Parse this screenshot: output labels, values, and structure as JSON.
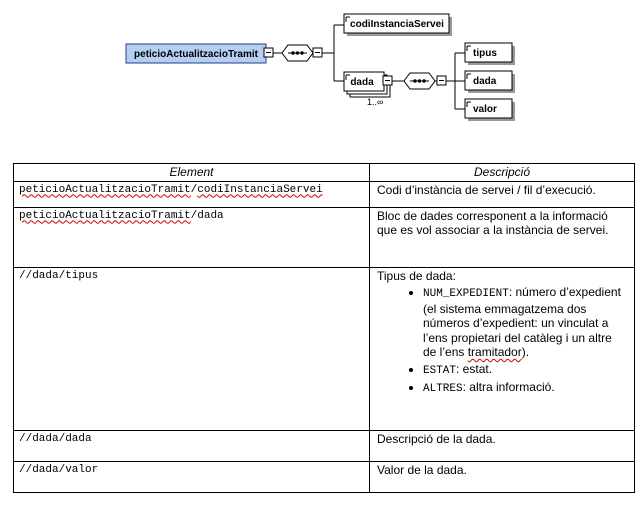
{
  "diagram": {
    "root": "peticioActualitzacioTramit",
    "instance": "codiInstanciaServei",
    "dada": "dada",
    "cardinality": "1..∞",
    "children": [
      "tipus",
      "dada",
      "valor"
    ]
  },
  "table": {
    "headers": {
      "element": "Element",
      "description": "Descripció"
    },
    "rows": [
      {
        "prefix": "peticioActualitzacioTramit",
        "sep": "/",
        "suffix": "codiInstanciaServei",
        "description": "Codi d’instància de servei / fil d’execució."
      },
      {
        "prefix": "peticioActualitzacioTramit",
        "sep": "/",
        "suffix": "dada",
        "description": "Bloc de dades corresponent a la informació que es vol associar a la instància de servei."
      },
      {
        "element": "//dada/tipus",
        "description": "Tipus de dada:",
        "options": [
          {
            "code": "NUM_EXPEDIENT",
            "pre": ": número d’expedient (el sistema emmagatzema dos números d’expedient: un vinculat a l’ens propietari del catàleg i un altre de l’ens ",
            "underlined": "tramitador",
            "post": ")."
          },
          {
            "code": "ESTAT",
            "text": ": estat."
          },
          {
            "code": "ALTRES",
            "text": ": altra informació."
          }
        ]
      },
      {
        "element": "//dada/dada",
        "description": "Descripció de la dada."
      },
      {
        "element": "//dada/valor",
        "description": "Valor de la dada."
      }
    ]
  }
}
